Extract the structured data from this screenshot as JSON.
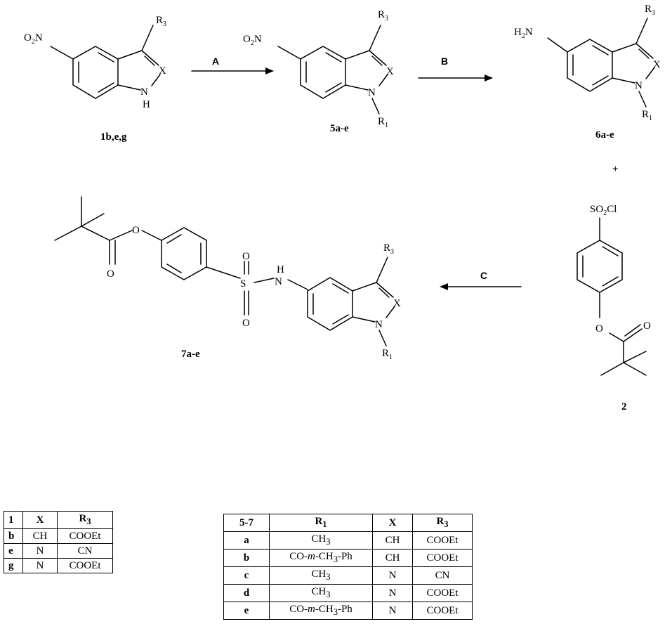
{
  "labels": {
    "no2": "O",
    "no2_sub": "2",
    "no2_tail": "N",
    "h2n_h": "H",
    "h2n_sub": "2",
    "h2n_n": "N",
    "r": "R",
    "r1_sub": "1",
    "r3_sub": "3",
    "x": "X",
    "n": "N",
    "h": "H",
    "o": "O",
    "s": "S",
    "so2cl_a": "SO",
    "so2cl_sub": "2",
    "so2cl_b": "Cl",
    "plus": "+"
  },
  "compounds": {
    "c1": "1b,e,g",
    "c5": "5a-e",
    "c6": "6a-e",
    "c7": "7a-e",
    "c2": "2"
  },
  "reactions": {
    "a": "A",
    "b": "B",
    "c": "C"
  },
  "table1": {
    "headers": [
      "1",
      "X",
      "R",
      "3"
    ],
    "rows": [
      [
        "b",
        "CH",
        "COOEt"
      ],
      [
        "e",
        "N",
        "CN"
      ],
      [
        "g",
        "N",
        "COOEt"
      ]
    ]
  },
  "table2": {
    "headers": [
      "5-7",
      "R",
      "1",
      "X",
      "R",
      "3"
    ],
    "rows": [
      [
        "a",
        "CH",
        "3",
        "CH",
        "COOEt"
      ],
      [
        "b",
        "CO-",
        "m",
        "-CH",
        "3",
        "-Ph",
        "CH",
        "COOEt"
      ],
      [
        "c",
        "CH",
        "3",
        "N",
        "CN"
      ],
      [
        "d",
        "CH",
        "3",
        "N",
        "COOEt"
      ],
      [
        "e",
        "CO-",
        "m",
        "-CH",
        "3",
        "-Ph",
        "N",
        "COOEt"
      ]
    ]
  }
}
